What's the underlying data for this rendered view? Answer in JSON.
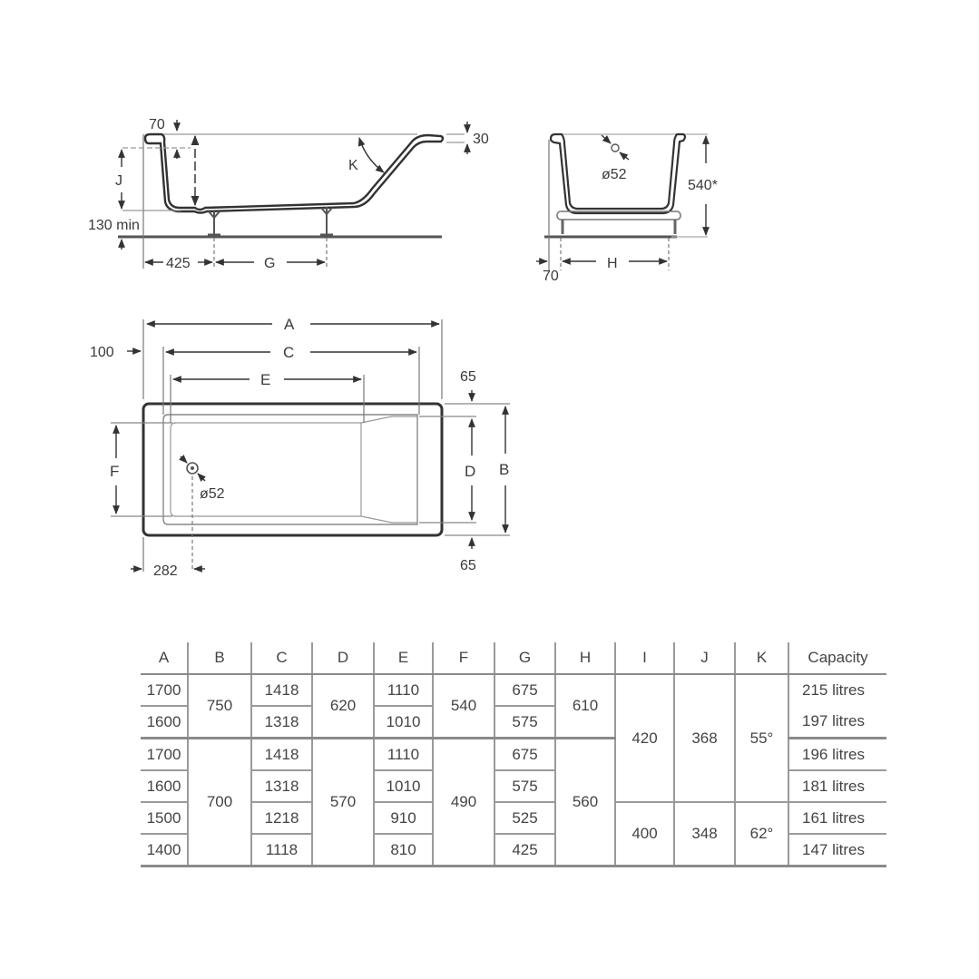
{
  "side_view": {
    "labels": {
      "rim_top": "70",
      "rim_right": "30",
      "depth": "J",
      "floor_clearance": "130 min",
      "angle": "K",
      "foot_offset": "425",
      "foot_spacing": "G"
    }
  },
  "end_view": {
    "labels": {
      "waste_diameter": "ø52",
      "height": "540*",
      "edge_offset": "70",
      "foot_width": "H"
    }
  },
  "plan_view": {
    "labels": {
      "overall_length": "A",
      "inner_length": "C",
      "flat_length": "E",
      "end_offset": "100",
      "top_margin": "65",
      "bottom_margin": "65",
      "inner_width": "D",
      "overall_width": "B",
      "flat_width": "F",
      "waste_diameter": "ø52",
      "waste_offset": "282"
    }
  },
  "table": {
    "headers": [
      "A",
      "B",
      "C",
      "D",
      "E",
      "F",
      "G",
      "H",
      "I",
      "J",
      "K",
      "Capacity"
    ],
    "A": [
      "1700",
      "1600",
      "1700",
      "1600",
      "1500",
      "1400"
    ],
    "B": [
      "750",
      "700"
    ],
    "C": [
      "1418",
      "1318",
      "1418",
      "1318",
      "1218",
      "1118"
    ],
    "D": [
      "620",
      "570"
    ],
    "E": [
      "1110",
      "1010",
      "1110",
      "1010",
      "910",
      "810"
    ],
    "F": [
      "540",
      "490"
    ],
    "G": [
      "675",
      "575",
      "675",
      "575",
      "525",
      "425"
    ],
    "H": [
      "610",
      "560"
    ],
    "I": [
      "420",
      "400"
    ],
    "J": [
      "368",
      "348"
    ],
    "K": [
      "55°",
      "62°"
    ],
    "Capacity": [
      "215 litres",
      "197 litres",
      "196 litres",
      "181 litres",
      "161 litres",
      "147 litres"
    ]
  }
}
